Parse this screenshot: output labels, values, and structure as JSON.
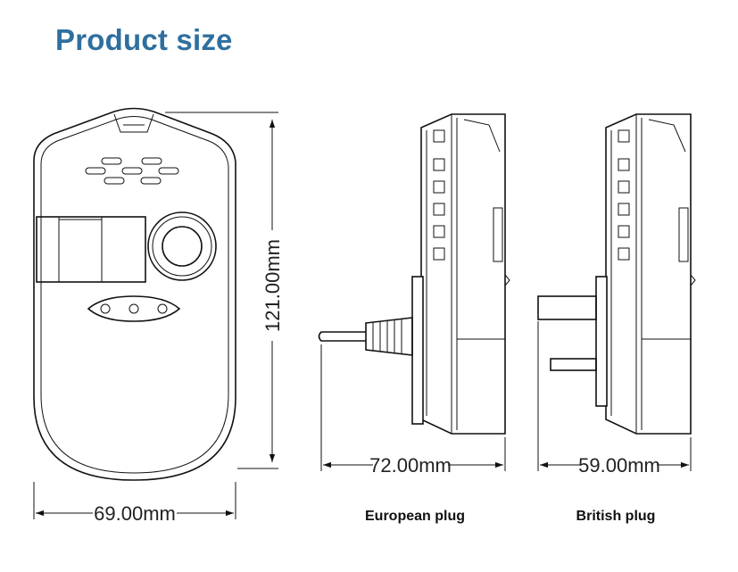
{
  "title": "Product size",
  "front_view": {
    "height_label": "121.00mm",
    "width_label": "69.00mm"
  },
  "side_views": [
    {
      "depth_label": "72.00mm",
      "caption": "European plug"
    },
    {
      "depth_label": "59.00mm",
      "caption": "British plug"
    }
  ]
}
